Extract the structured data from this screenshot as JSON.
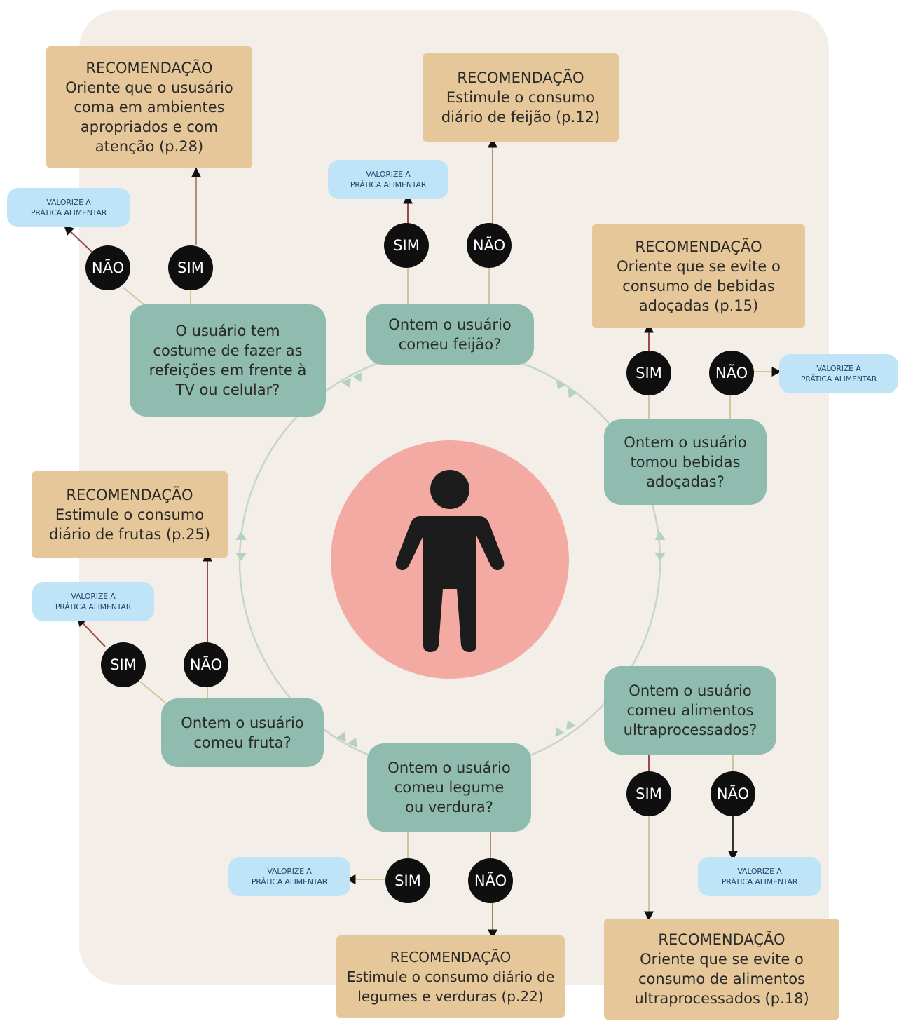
{
  "colors": {
    "panel": "#f3efe8",
    "recommendation": "#e6c799",
    "question": "#8fbcae",
    "valorize": "#bfe3f7",
    "badge": "#0f0f0f",
    "person_circle": "#f2aaa3",
    "person_icon": "#1c1c1c",
    "ring": "#c4d6cc"
  },
  "center_icon": "person-icon",
  "branches": {
    "tv": {
      "question": "O usuário tem costume de fazer as refeições em frente à TV ou celular?",
      "recommendation": [
        "RECOMENDAÇÃO",
        "Oriente que o ususário coma em ambientes apropriados e com atenção (p.28)"
      ],
      "valorize": [
        "VALORIZE A",
        "PRÁTICA ALIMENTAR"
      ],
      "yes": "SIM",
      "no": "NÃO"
    },
    "feijao": {
      "question": "Ontem o usuário comeu feijão?",
      "recommendation": [
        "RECOMENDAÇÃO",
        "Estimule o consumo diário de feijão (p.12)"
      ],
      "valorize": [
        "VALORIZE A",
        "PRÁTICA ALIMENTAR"
      ],
      "yes": "SIM",
      "no": "NÃO"
    },
    "bebidas": {
      "question": "Ontem o usuário tomou bebidas adoçadas?",
      "recommendation": [
        "RECOMENDAÇÃO",
        "Oriente que se evite o consumo de bebidas adoçadas (p.15)"
      ],
      "valorize": [
        "VALORIZE A",
        "PRÁTICA ALIMENTAR"
      ],
      "yes": "SIM",
      "no": "NÃO"
    },
    "frutas": {
      "question": "Ontem o usuário comeu fruta?",
      "recommendation": [
        "RECOMENDAÇÃO",
        "Estimule o consumo diário de frutas (p.25)"
      ],
      "valorize": [
        "VALORIZE A",
        "PRÁTICA ALIMENTAR"
      ],
      "yes": "SIM",
      "no": "NÃO"
    },
    "legumes": {
      "question": "Ontem o usuário comeu legume ou verdura?",
      "recommendation": [
        "RECOMENDAÇÃO",
        "Estimule o consumo diário de legumes e verduras (p.22)"
      ],
      "valorize": [
        "VALORIZE A",
        "PRÁTICA ALIMENTAR"
      ],
      "yes": "SIM",
      "no": "NÃO"
    },
    "ultra": {
      "question": "Ontem o usuário comeu alimentos ultraprocessados?",
      "recommendation": [
        "RECOMENDAÇÃO",
        "Oriente que se evite o consumo de alimentos ultraprocessados (p.18)"
      ],
      "valorize": [
        "VALORIZE A",
        "PRÁTICA ALIMENTAR"
      ],
      "yes": "SIM",
      "no": "NÃO"
    }
  }
}
